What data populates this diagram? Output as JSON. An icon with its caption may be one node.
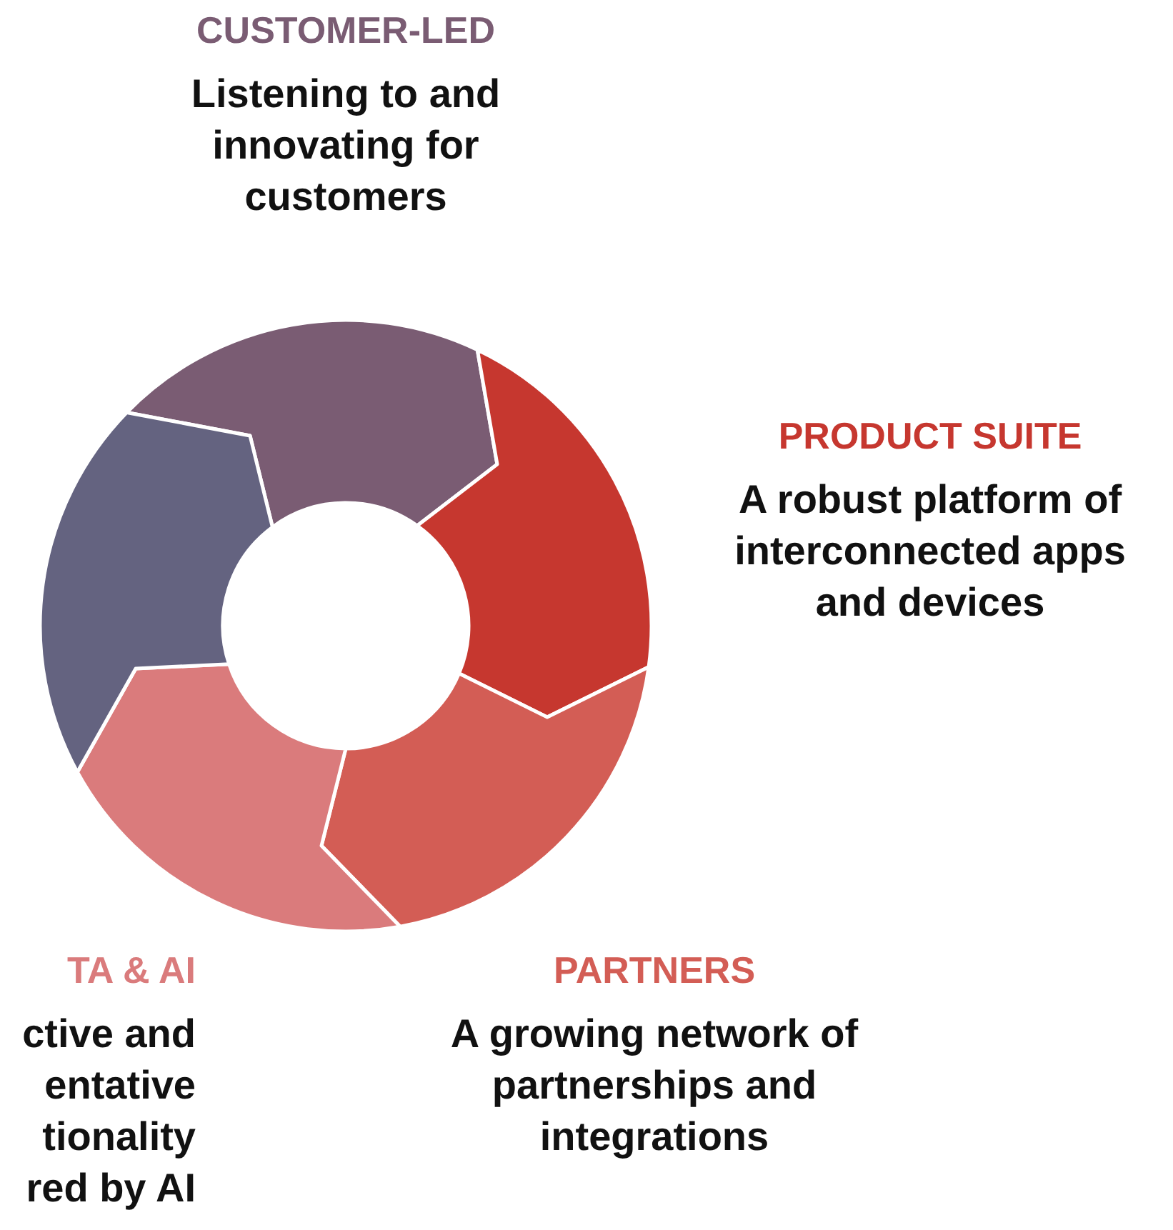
{
  "diagram": {
    "nodes": [
      {
        "text": [
          "CUSTOMER-LED",
          "Listening to and innovating for customers"
        ]
      },
      {
        "text": [
          "PRODUCT SUITE",
          "A robust platform of interconnected apps and devices"
        ]
      },
      {
        "text": [
          "PARTNERS",
          "A growing network of partnerships and integrations"
        ]
      },
      {
        "text": [
          "TA & AI",
          "ctive and entative tionality red by AI"
        ]
      }
    ]
  }
}
